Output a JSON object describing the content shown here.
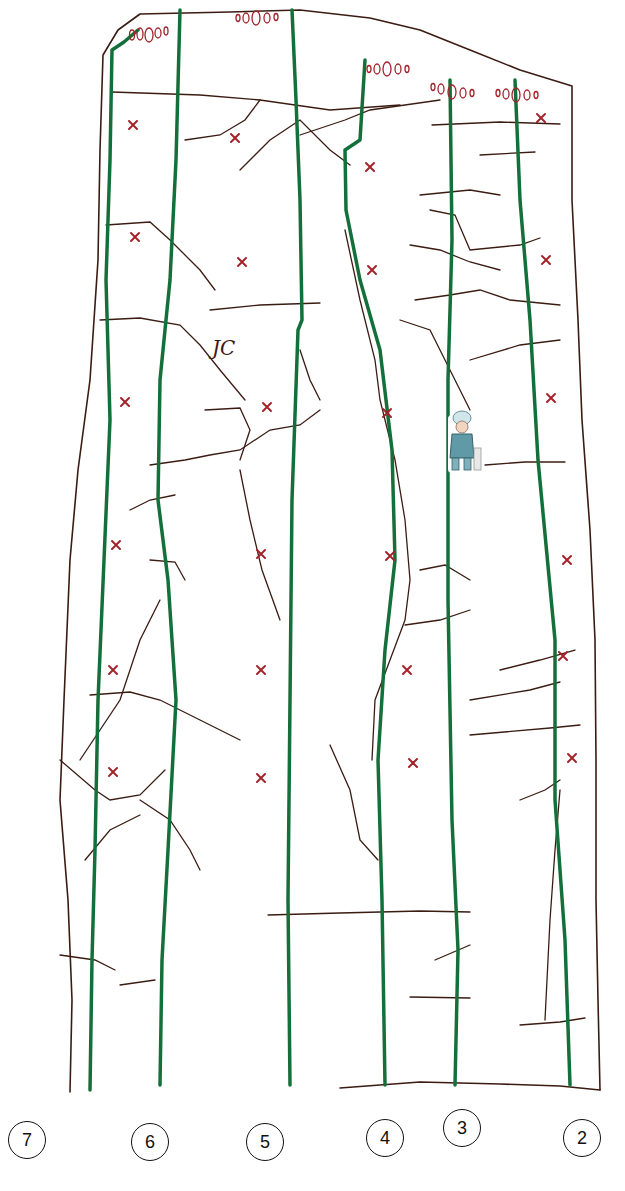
{
  "diagram": {
    "nodes": [
      {
        "text": [
          "7"
        ]
      },
      {
        "text": [
          "6"
        ]
      },
      {
        "text": [
          "5"
        ]
      },
      {
        "text": [
          "4"
        ]
      },
      {
        "text": [
          "3"
        ]
      },
      {
        "text": [
          "2"
        ]
      }
    ],
    "labels": [
      "JC"
    ]
  }
}
